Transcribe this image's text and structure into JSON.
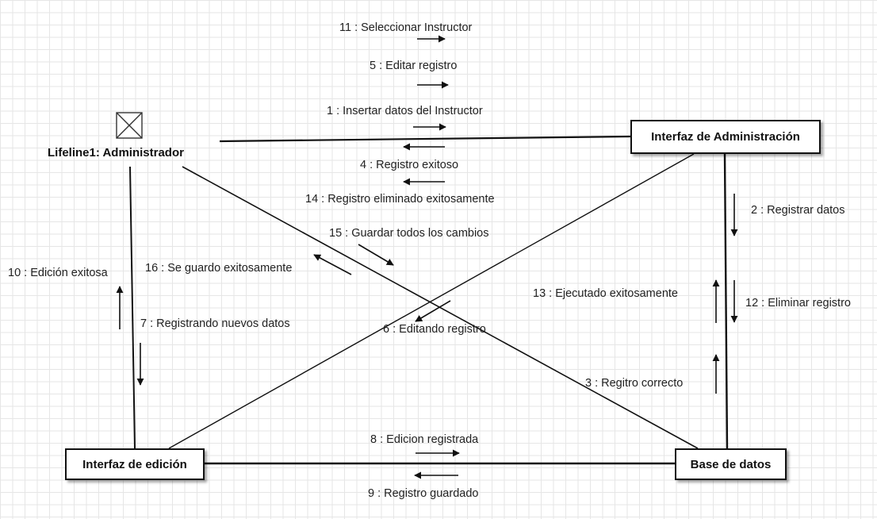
{
  "actor": {
    "name": "Lifeline1: Administrador"
  },
  "objects": {
    "admin_interface": "Interfaz de Administración",
    "edit_interface": "Interfaz de edición",
    "database": "Base de datos"
  },
  "messages": {
    "m1": "1 : Insertar datos del Instructor",
    "m2": "2 : Registrar datos",
    "m3": "3 : Regitro correcto",
    "m4": "4 : Registro exitoso",
    "m5": "5 : Editar registro",
    "m6": "6 : Editando registro",
    "m7": "7 : Registrando nuevos datos",
    "m8": "8 : Edicion registrada",
    "m9": "9 : Registro guardado",
    "m10": "10 : Edición exitosa",
    "m11": "11 : Seleccionar Instructor",
    "m12": "12 : Eliminar registro",
    "m13": "13 : Ejecutado exitosamente",
    "m14": "14 : Registro eliminado exitosamente",
    "m15": "15 : Guardar todos los cambios",
    "m16": "16 : Se guardo exitosamente"
  }
}
